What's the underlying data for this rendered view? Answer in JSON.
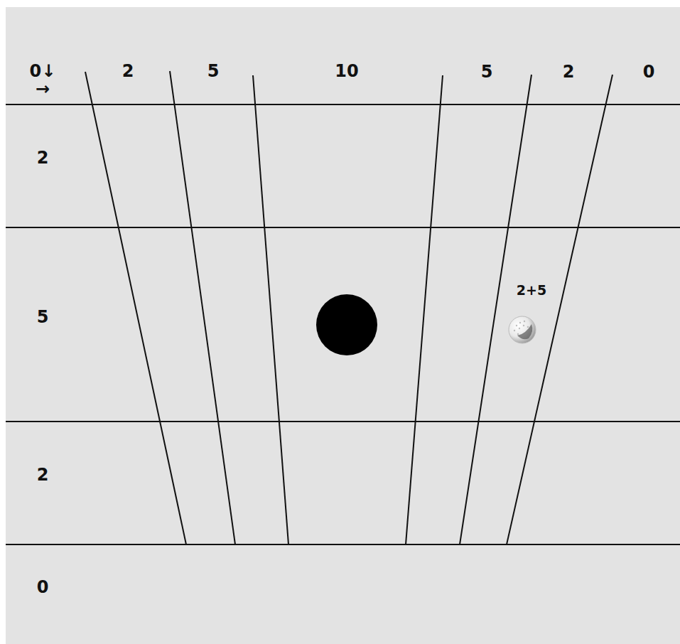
{
  "diagram": {
    "labels": [
      "0↓",
      "→",
      "2",
      "5",
      "10",
      "5",
      "2",
      "0",
      "2",
      "5",
      "2",
      "0",
      "2+5"
    ]
  }
}
